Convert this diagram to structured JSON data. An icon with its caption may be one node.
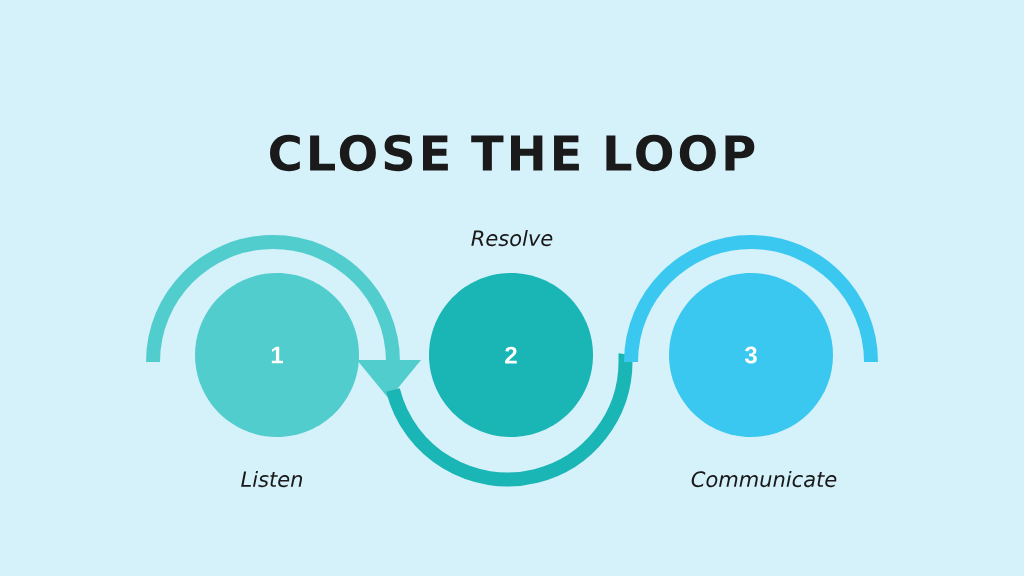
{
  "diagram": {
    "title": "CLOSE THE LOOP",
    "nodes": [
      {
        "text": [
          "1"
        ],
        "beside": [
          "Listen"
        ]
      },
      {
        "text": [
          "2"
        ],
        "beside": [
          "Resolve"
        ]
      },
      {
        "text": [
          "3"
        ],
        "beside": [
          "Communicate"
        ]
      }
    ]
  }
}
